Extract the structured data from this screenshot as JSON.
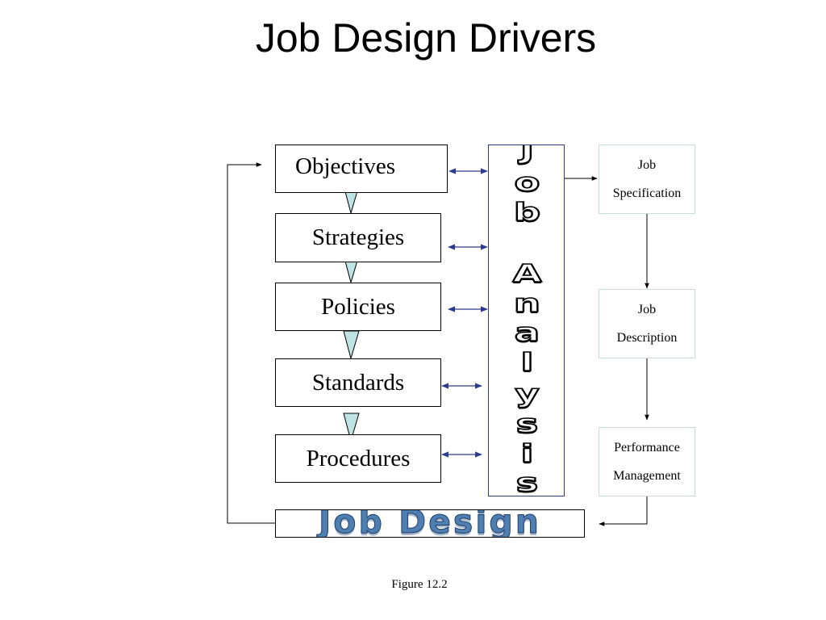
{
  "title": "Job Design Drivers",
  "drivers": [
    "Objectives",
    "Strategies",
    "Policies",
    "Standards",
    "Procedures"
  ],
  "job_analysis_letters": [
    "J",
    "o",
    "b",
    "",
    "A",
    "n",
    "a",
    "l",
    "y",
    "s",
    "i",
    "s"
  ],
  "outputs": {
    "specification": [
      "Job",
      "Specification"
    ],
    "description": [
      "Job",
      "Description"
    ],
    "performance": [
      "Performance",
      "Management"
    ]
  },
  "job_design": "Job Design",
  "caption": "Figure 12.2",
  "colors": {
    "arrow_blue": "#2e3a8c",
    "triangle_fill": "#bfe3e3",
    "banner_text": "#4f7fb0"
  }
}
